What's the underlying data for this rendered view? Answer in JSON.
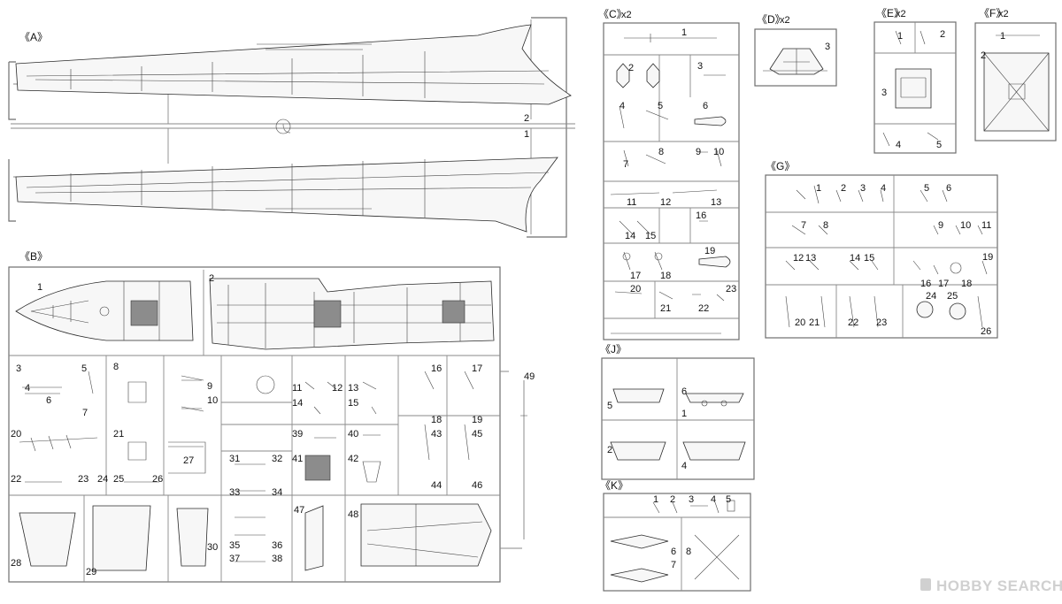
{
  "sprues": {
    "A": {
      "header": "《A》",
      "count": "",
      "parts": [
        "1",
        "2"
      ]
    },
    "B": {
      "header": "《B》",
      "count": "",
      "parts": [
        "1",
        "2",
        "3",
        "4",
        "5",
        "6",
        "7",
        "8",
        "9",
        "10",
        "11",
        "12",
        "13",
        "14",
        "15",
        "16",
        "17",
        "18",
        "19",
        "20",
        "21",
        "22",
        "23",
        "24",
        "25",
        "26",
        "27",
        "28",
        "29",
        "30",
        "31",
        "32",
        "33",
        "34",
        "35",
        "36",
        "37",
        "38",
        "39",
        "40",
        "41",
        "42",
        "43",
        "44",
        "45",
        "46",
        "47",
        "48",
        "49"
      ]
    },
    "C": {
      "header": "《C》",
      "count": "x2",
      "parts": [
        "1",
        "2",
        "3",
        "4",
        "5",
        "6",
        "7",
        "8",
        "9",
        "10",
        "11",
        "12",
        "13",
        "14",
        "15",
        "16",
        "17",
        "18",
        "19",
        "20",
        "21",
        "22",
        "23"
      ]
    },
    "D": {
      "header": "《D》",
      "count": "x2",
      "parts": [
        "3"
      ]
    },
    "E": {
      "header": "《E》",
      "count": "x2",
      "parts": [
        "1",
        "2",
        "3",
        "4",
        "5"
      ]
    },
    "F": {
      "header": "《F》",
      "count": "x2",
      "parts": [
        "1",
        "2"
      ]
    },
    "G": {
      "header": "《G》",
      "count": "",
      "parts": [
        "1",
        "2",
        "3",
        "4",
        "5",
        "6",
        "7",
        "8",
        "9",
        "10",
        "11",
        "12",
        "13",
        "14",
        "15",
        "16",
        "17",
        "18",
        "19",
        "20",
        "21",
        "22",
        "23",
        "24",
        "25",
        "26"
      ]
    },
    "J": {
      "header": "《J》",
      "count": "",
      "parts": [
        "1",
        "2",
        "4",
        "5",
        "6"
      ]
    },
    "K": {
      "header": "《K》",
      "count": "",
      "parts": [
        "1",
        "2",
        "3",
        "4",
        "5",
        "6",
        "7",
        "8"
      ]
    }
  },
  "watermark": {
    "brand": "HOBBY SEARCH",
    "color": "#d0d0d0"
  },
  "colors": {
    "line": "#2a2a2a",
    "frame": "#6e6e6e",
    "runner": "#8a8a8a",
    "background": "#ffffff"
  }
}
